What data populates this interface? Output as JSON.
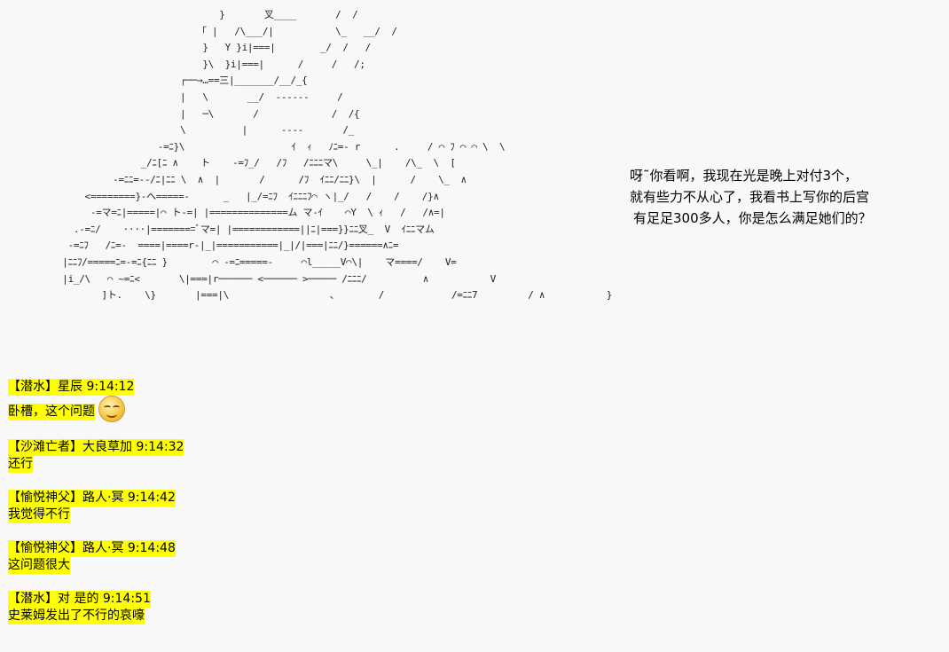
{
  "ascii_art": "                                   }       叉____       /  /\n                               「 |   /\\___/|           \\_   __/  /\n                                }   Y }i|===|        _/  /   /\n                                }\\  }i|===|      /     /   /;\n                            ┌──→…==三|_______/__/_{\n                            |   \\       __/  ------     /\n                            |   ─\\       /             /  /{\n                            \\          |      ----       /_\n                        -=ﾆ}\\                   ｲ  ｨ   ﾉﾆ=- r      .     / ⌒ ﾌ ⌒ ⌒ \\  \\\n                     _/ﾆ[ﾆ ∧    ト    -=ﾌ_/   /ﾌ   /ﾆﾆﾆマ\\     \\_|    /\\_  \\  [\n                -=ﾆﾆ=--/ﾆ|ﾆﾆ \\  ∧  |       /      /ﾌ  ｲﾆﾆ/ﾆﾆ}\\  |      /    \\_  ∧\n           <========}-ヘ=====-      _   |_/=ﾆﾌ  ｲﾆﾆﾆﾌ⌒ ヽ|_/   /    /    /}∧\n            -=マ=ﾆ|=====|⌒ ト-=| |==============ム マ-ｲ    ⌒Y  \\ ｨ   /   /∧=|\n         .-=ﾆ/    ····|========ﾞマ=| |============||ﾆ|===}}ﾆﾆ叉_  V  ｲﾆﾆマム\n        -=ﾆﾌ   /ﾆ=-  ====|====r-|_|===========|_|/|===|ﾆﾆ/}======∧ﾆ=\n       |ﾆﾆﾌ/=====ﾆ=-=ﾆ{ﾆﾆ }        ⌒ -=ﾆ=====-     ⌒l_____V⌒\\|    マ====/    V=\n       |i_/\\   ⌒ ~=ﾆ<       \\|===|r────── <────── >───── /ﾆﾆﾆ/          ∧           V\n              ]ト.    \\}       |===|\\                  、       /            /=ﾆﾆ7         / ∧           }",
  "caption": {
    "line1": "呀˜你看啊，我现在光是晚上对付3个，",
    "line2": "就有些力不从心了，我看书上写你的后宫",
    "line3": "有足足300多人，你是怎么满足她们的？"
  },
  "chat": [
    {
      "header": "【潜水】星辰 9:14:12",
      "body": "卧槽，这个问题",
      "emoji": "smile-emoji"
    },
    {
      "header": "【沙滩亡者】大良草加 9:14:32",
      "body": "还行"
    },
    {
      "header": "【愉悦神父】路人·冥 9:14:42",
      "body": "我觉得不行"
    },
    {
      "header": "【愉悦神父】路人·冥 9:14:48",
      "body": "这问题很大"
    },
    {
      "header": "【潜水】对 是的 9:14:51",
      "body": "史莱姆发出了不行的哀嚎"
    }
  ]
}
